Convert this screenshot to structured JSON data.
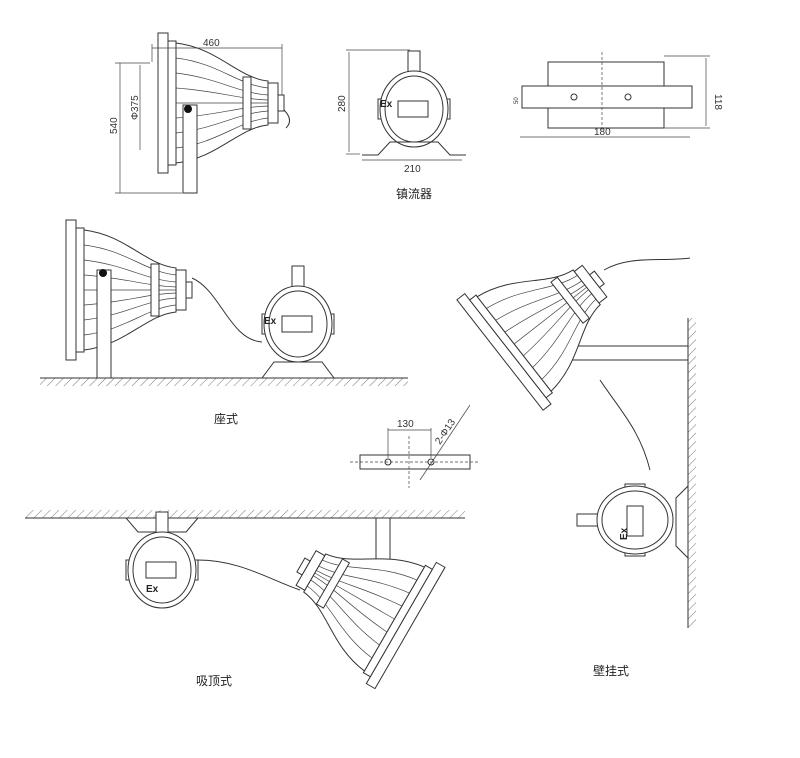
{
  "dimensions": {
    "lamp_width": "460",
    "lamp_height": "540",
    "lamp_diameter": "Φ375",
    "ballast_height": "280",
    "ballast_width": "210",
    "ballast_side_height": "118",
    "ballast_side_width": "180",
    "ballast_slot": "50",
    "bracket_spacing": "130",
    "bracket_holes": "2-Φ13"
  },
  "captions": {
    "ballast": "镇流器",
    "floor_mount": "座式",
    "ceiling_mount": "吸顶式",
    "wall_mount": "壁挂式"
  },
  "ex_mark": "Ex"
}
